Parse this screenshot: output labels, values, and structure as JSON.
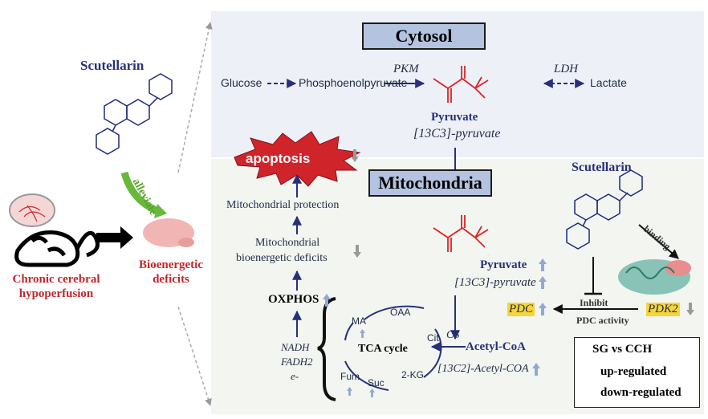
{
  "left": {
    "compound_name": "Scutellarin",
    "alleviate": "alleviate",
    "condition": [
      "Chronic cerebral",
      "hypoperfusion"
    ],
    "outcome": [
      "Bioenergetic",
      "deficits"
    ]
  },
  "cytosol": {
    "title": "Cytosol",
    "glucose": "Glucose",
    "pep": "Phosphoenolpyruvate",
    "pkm": "PKM",
    "ldh": "LDH",
    "lactate": "Lactate",
    "pyruvate": "Pyruvate",
    "pyruvate_label": "[13C3]-pyruvate"
  },
  "mito": {
    "title": "Mitochondria",
    "apoptosis": "apoptosis",
    "protection": "Mitochondrial protection",
    "deficits": [
      "Mitochondrial",
      "bioenergetic deficits"
    ],
    "oxphos": "OXPHOS",
    "carriers": [
      "NADH",
      "FADH2",
      "e-"
    ],
    "tca": "TCA cycle",
    "intermediates": [
      "MA",
      "OAA",
      "Cit",
      "2-KG",
      "Suc",
      "Fum"
    ],
    "cs": "CS",
    "acetyl": "Acetyl-CoA",
    "acetyl_label": "[13C2]-Acetyl-COA",
    "pyruvate": "Pyruvate",
    "pyruvate_label": "[13C3]-pyruvate",
    "pdc": "PDC",
    "inhibit": "Inhibit",
    "pdc_activity": "PDC activity",
    "pdk2": "PDK2",
    "scutellarin": "Scutellarin",
    "binding": "binding"
  },
  "legend": {
    "title": "SG vs CCH",
    "up": "up-regulated",
    "down": "down-regulated"
  },
  "colors": {
    "navy": "#27307a",
    "red": "#c1272d",
    "up_arrow": "#8fa9d6",
    "down_arrow": "#9a9a9a",
    "highlight": "#f7d53a"
  }
}
